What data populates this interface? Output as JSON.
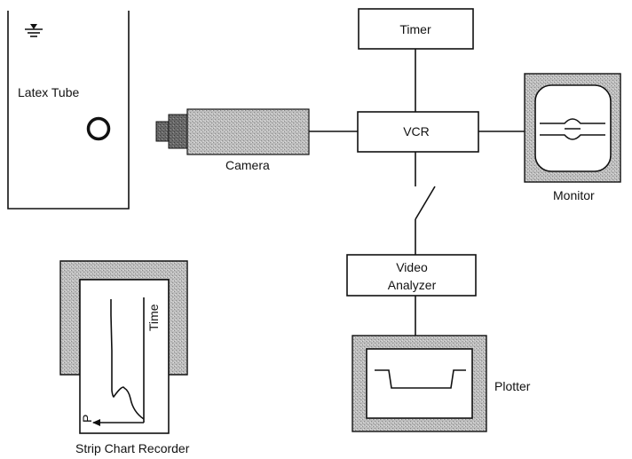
{
  "labels": {
    "latex_tube": "Latex Tube",
    "camera": "Camera",
    "timer": "Timer",
    "vcr": "VCR",
    "monitor": "Monitor",
    "video_analyzer_line1": "Video",
    "video_analyzer_line2": "Analyzer",
    "plotter": "Plotter",
    "strip_chart_recorder": "Strip Chart Recorder",
    "time_axis": "Time",
    "pressure_axis": "P"
  },
  "colors": {
    "line": "#111111",
    "shaded_fill": "#b5b5b5",
    "background": "#ffffff"
  }
}
